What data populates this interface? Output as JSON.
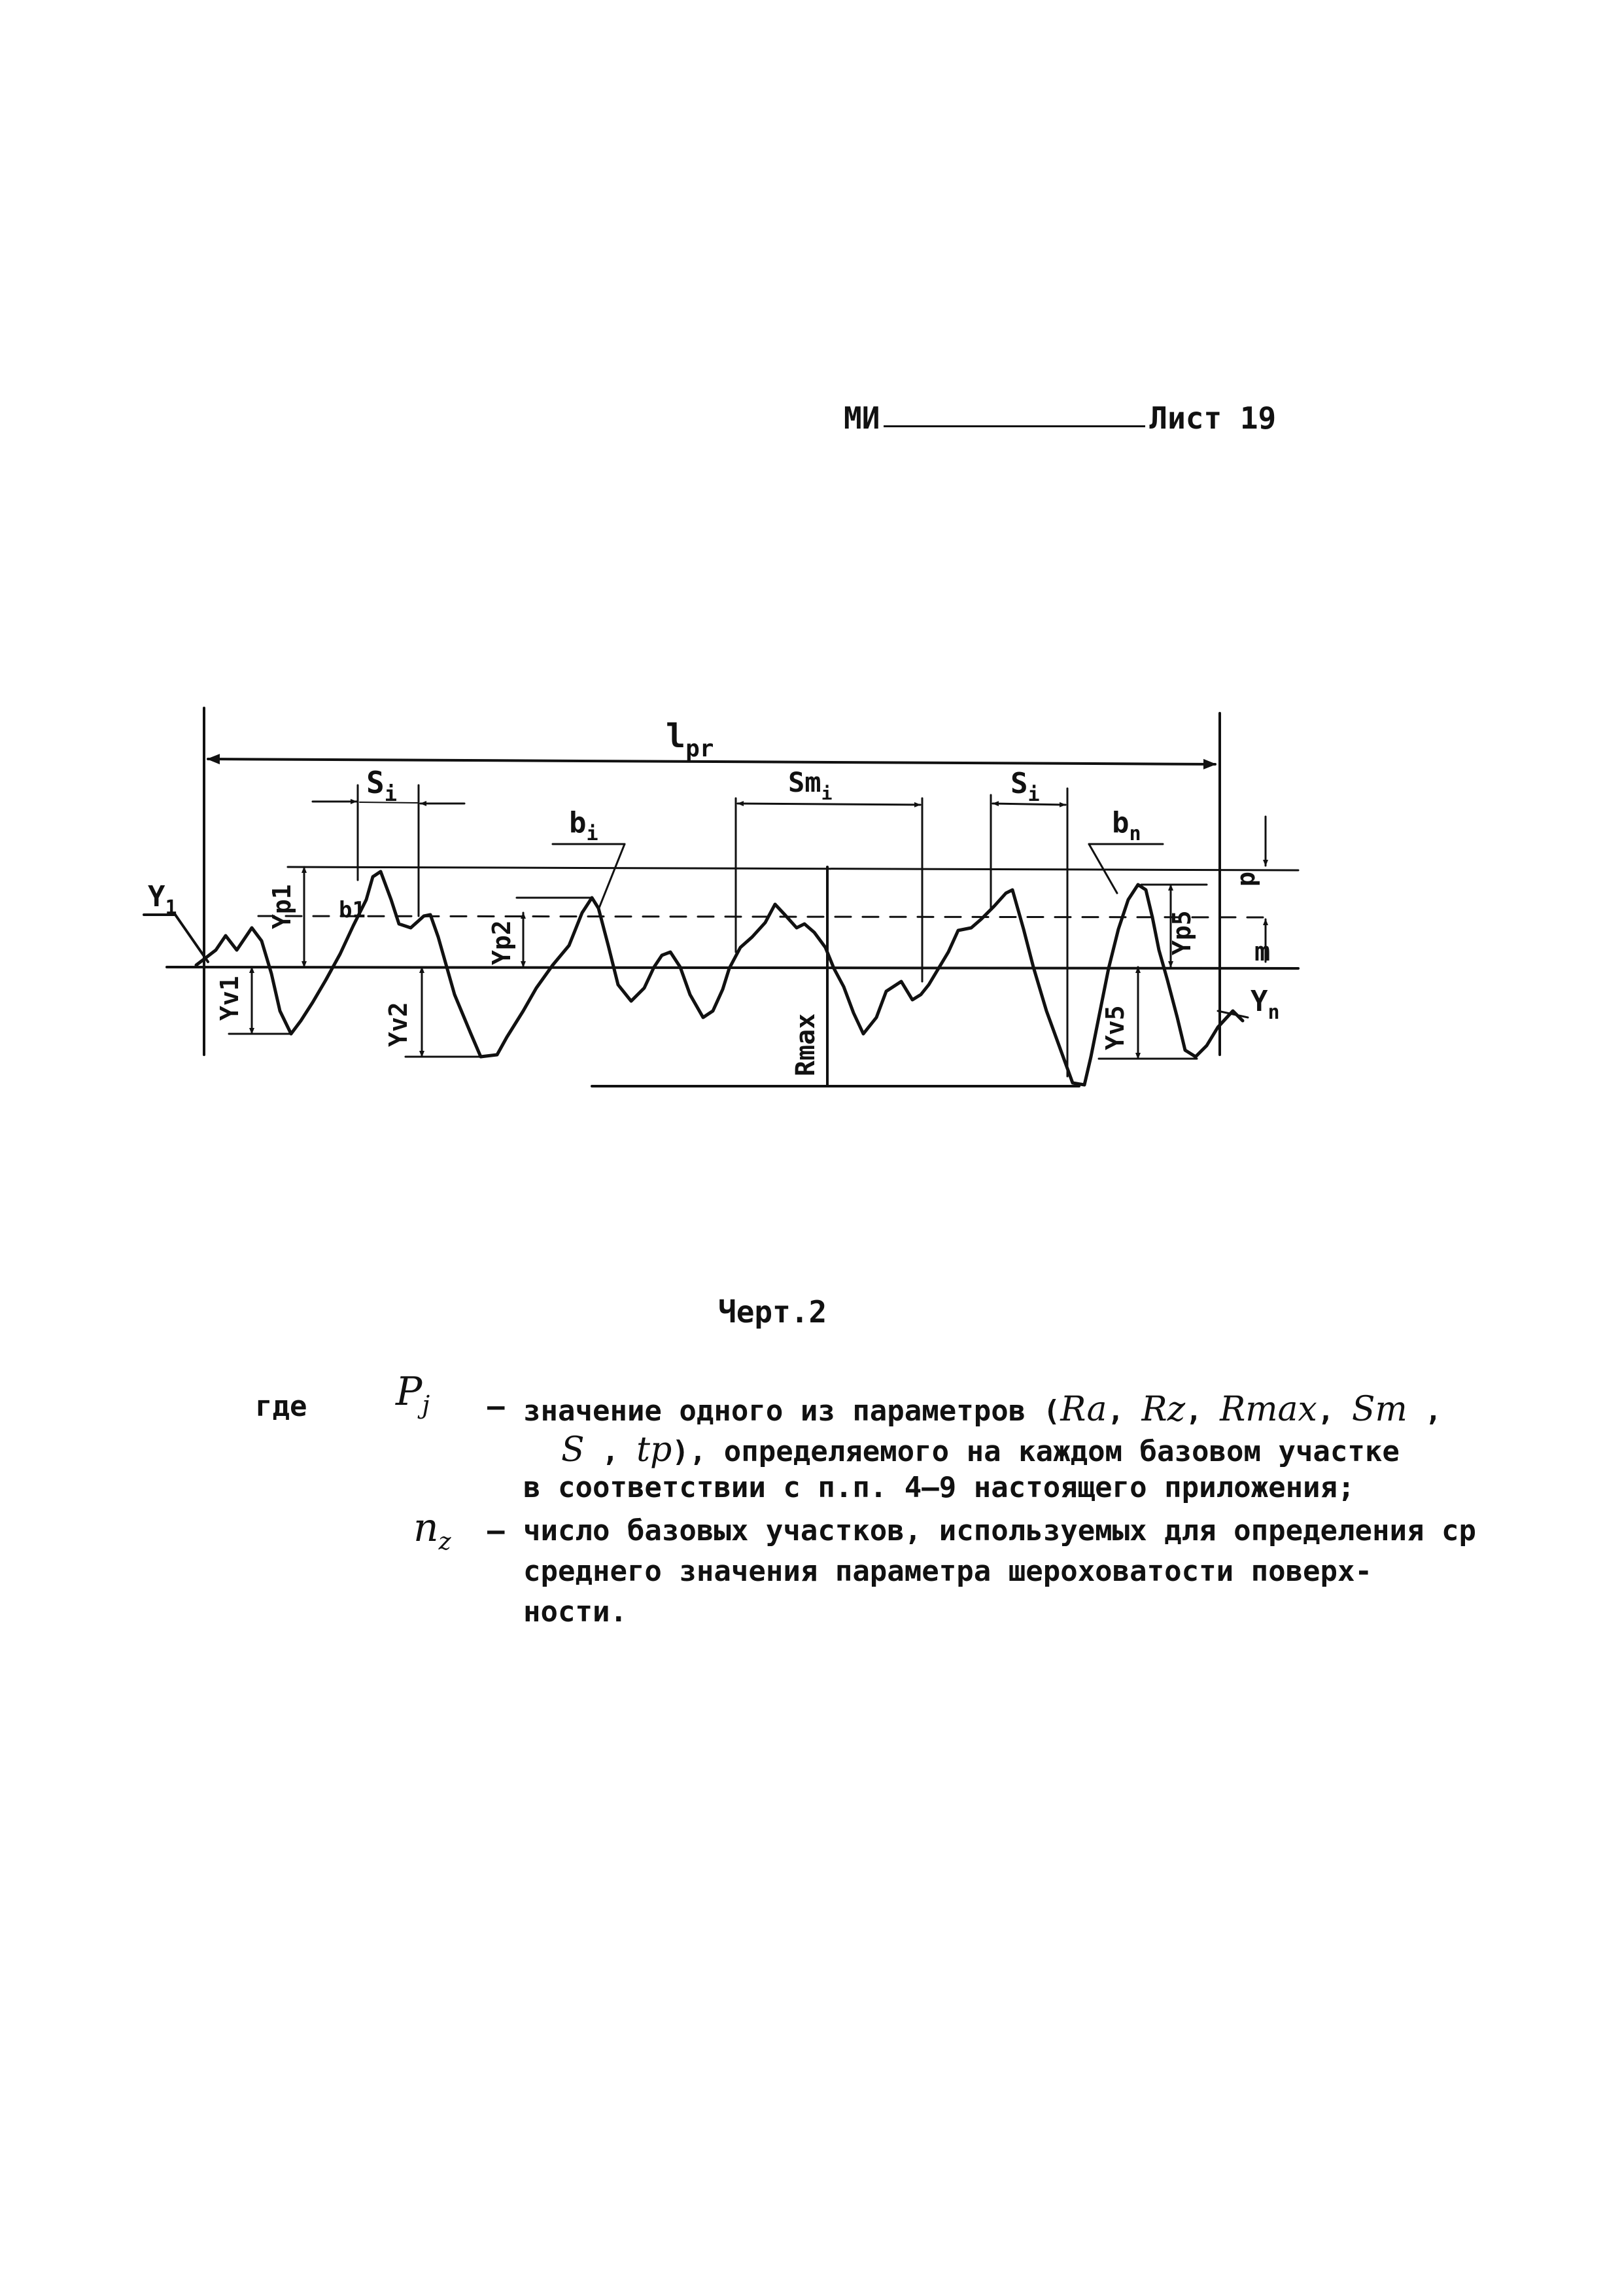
{
  "header": {
    "doc_code": "МИ",
    "sheet_label": "Лист 19"
  },
  "figure": {
    "labels": {
      "lpr": "l",
      "lpr_sub": "pr",
      "si_left": "S",
      "si_left_sub": "i",
      "bi": "b",
      "bi_sub": "i",
      "smi": "Sm",
      "smi_sub": "i",
      "si_right": "S",
      "si_right_sub": "i",
      "bn": "b",
      "bn_sub": "n",
      "y1": "Y",
      "y1_sub": "1",
      "yp1": "Yp1",
      "b1_small": "b1",
      "yp2": "Yp2",
      "yp5": "Yp5",
      "yv1": "Yv1",
      "yv2": "Yv2",
      "yv5": "Yv5",
      "rmax": "Rmax",
      "p": "p",
      "m": "m",
      "yn": "Y",
      "yn_sub": "n"
    }
  },
  "caption": "Черт.2",
  "explanation": {
    "where": "где",
    "p_symbol": "P",
    "p_symbol_sub": "j",
    "dash": "–",
    "line1_text": "значение одного из параметров (",
    "params_line1": [
      "Ra",
      "Rz",
      "Rmax",
      "Sm"
    ],
    "params_line2": [
      "S",
      "tp"
    ],
    "line2_rest": "), определяемого на каждом базовом участке",
    "line3": "в соответствии с п.п. 4–9 настоящего приложения;",
    "n_symbol": "n",
    "n_symbol_sub": "z",
    "line4": "число базовых участков, используемых для определения ср",
    "line5": "среднего значения параметра шероховатости поверх-",
    "line6": "ности."
  }
}
